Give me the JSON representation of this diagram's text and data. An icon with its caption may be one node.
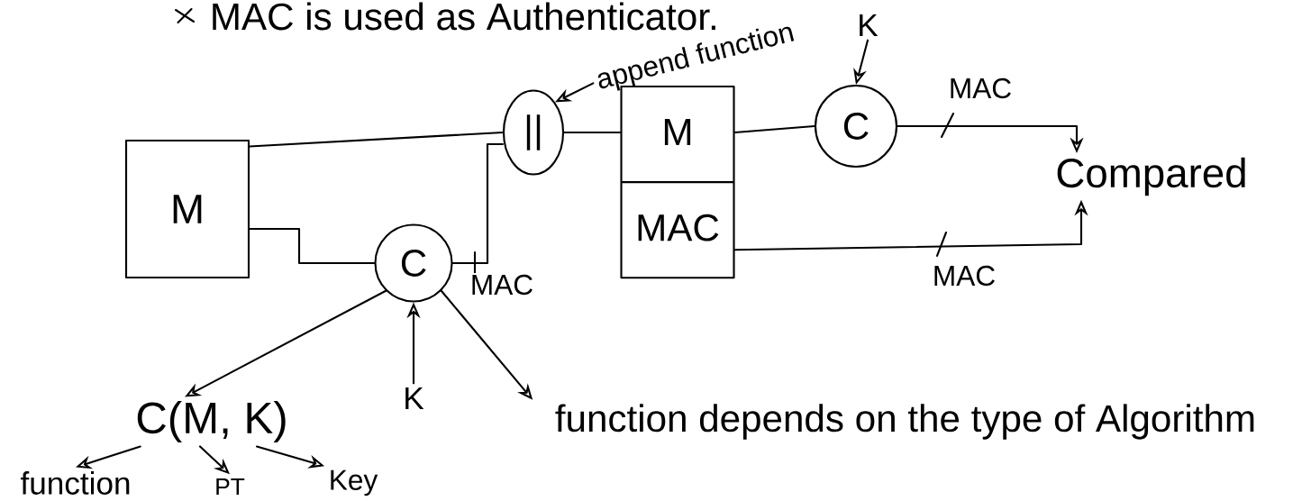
{
  "diagram": {
    "nodes": [
      {
        "text": [
          "M"
        ]
      },
      {
        "text": [
          "C"
        ]
      },
      {
        "text": [
          "||"
        ]
      },
      {
        "text": [
          "append function"
        ]
      },
      {
        "text": [
          "M",
          "MAC"
        ]
      },
      {
        "text": [
          "C"
        ]
      },
      {
        "text": [
          "K"
        ]
      },
      {
        "text": [
          "Compared"
        ]
      },
      {
        "text": [
          "K"
        ]
      },
      {
        "text": [
          "C(M, K)"
        ]
      },
      {
        "text": [
          "function depends on the type of Algorithm"
        ]
      },
      {
        "text": [
          "function"
        ]
      },
      {
        "text": [
          "PT"
        ]
      },
      {
        "text": [
          "Key"
        ]
      }
    ],
    "edges": [
      {
        "from": 0,
        "to": 2,
        "arrow": "none"
      },
      {
        "from": 0,
        "to": 1,
        "arrow": "none"
      },
      {
        "from": 1,
        "to": 2,
        "arrow": "none",
        "label": "MAC"
      },
      {
        "from": 2,
        "to": 4,
        "arrow": "none"
      },
      {
        "from": 4,
        "to": 5,
        "arrow": "none"
      },
      {
        "from": 5,
        "to": 7,
        "arrow": "to",
        "label": "MAC"
      },
      {
        "from": 4,
        "to": 7,
        "arrow": "to",
        "label": "MAC"
      },
      {
        "from": 6,
        "to": 5,
        "arrow": "to"
      },
      {
        "from": 8,
        "to": 1,
        "arrow": "to"
      },
      {
        "from": 3,
        "to": 2,
        "arrow": "to"
      },
      {
        "from": 1,
        "to": 9,
        "arrow": "to"
      },
      {
        "from": 1,
        "to": 10,
        "arrow": "to"
      },
      {
        "from": 9,
        "to": 11,
        "arrow": "to"
      },
      {
        "from": 9,
        "to": 12,
        "arrow": "to"
      },
      {
        "from": 9,
        "to": 13,
        "arrow": "to"
      }
    ],
    "labels": [
      "MAC is used as Authenticator."
    ]
  }
}
